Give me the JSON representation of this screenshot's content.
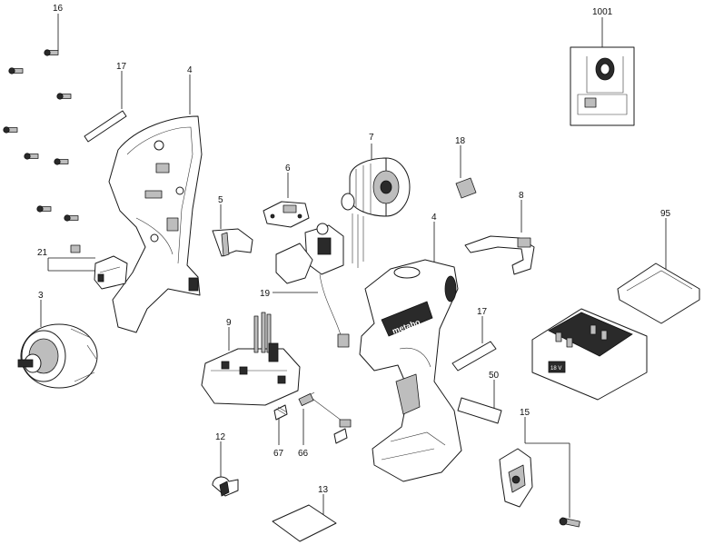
{
  "diagram": {
    "brand_text": "metabo",
    "callouts": [
      "16",
      "17",
      "4",
      "21",
      "3",
      "7",
      "6",
      "5",
      "18",
      "8",
      "1001",
      "95",
      "4",
      "19",
      "9",
      "17",
      "50",
      "12",
      "67",
      "66",
      "15",
      "13"
    ],
    "battery_badge": "18 V"
  }
}
